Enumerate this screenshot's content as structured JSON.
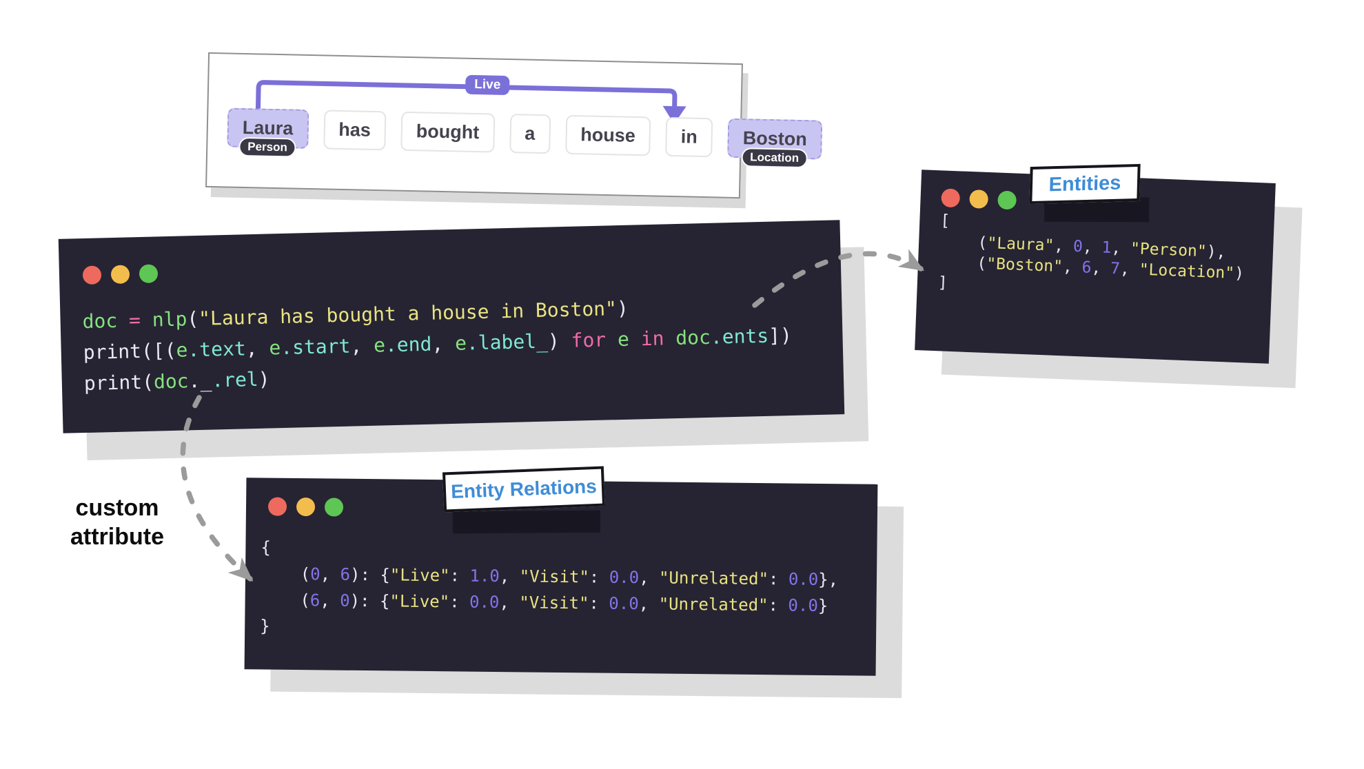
{
  "syntax_colors": {
    "plain": "#eae8f2",
    "green": "#86e27f",
    "yellow": "#e9e383",
    "pink": "#f06ba8",
    "cyan": "#7fe8d4",
    "purple": "#8374ea"
  },
  "accent": {
    "arc_purple": "#7b70d8",
    "entity_fill": "#c9c5f2",
    "entity_border": "#a39cdf",
    "label_blue": "#3f8cd6",
    "window_bg": "#262432",
    "traffic_lights": [
      "#ee6a5e",
      "#f3bd4e",
      "#5ec654"
    ]
  },
  "diagram": {
    "relation_label": "Live",
    "tokens": [
      {
        "text": "Laura",
        "entity": "Person"
      },
      {
        "text": "has"
      },
      {
        "text": "bought"
      },
      {
        "text": "a"
      },
      {
        "text": "house"
      },
      {
        "text": "in"
      },
      {
        "text": "Boston",
        "entity": "Location"
      }
    ]
  },
  "code_window": {
    "lines": [
      [
        {
          "t": "doc",
          "c": "green"
        },
        {
          "t": " ",
          "c": "plain"
        },
        {
          "t": "=",
          "c": "pink"
        },
        {
          "t": " ",
          "c": "plain"
        },
        {
          "t": "nlp",
          "c": "green"
        },
        {
          "t": "(",
          "c": "plain"
        },
        {
          "t": "\"Laura has bought a house in Boston\"",
          "c": "yellow"
        },
        {
          "t": ")",
          "c": "plain"
        }
      ],
      [
        {
          "t": "print([(",
          "c": "plain"
        },
        {
          "t": "e",
          "c": "green"
        },
        {
          "t": ".text",
          "c": "cyan"
        },
        {
          "t": ", ",
          "c": "plain"
        },
        {
          "t": "e",
          "c": "green"
        },
        {
          "t": ".start",
          "c": "cyan"
        },
        {
          "t": ", ",
          "c": "plain"
        },
        {
          "t": "e",
          "c": "green"
        },
        {
          "t": ".end",
          "c": "cyan"
        },
        {
          "t": ", ",
          "c": "plain"
        },
        {
          "t": "e",
          "c": "green"
        },
        {
          "t": ".label_",
          "c": "cyan"
        },
        {
          "t": ") ",
          "c": "plain"
        },
        {
          "t": "for",
          "c": "pink"
        },
        {
          "t": " ",
          "c": "plain"
        },
        {
          "t": "e",
          "c": "green"
        },
        {
          "t": " ",
          "c": "plain"
        },
        {
          "t": "in",
          "c": "pink"
        },
        {
          "t": " ",
          "c": "plain"
        },
        {
          "t": "doc",
          "c": "green"
        },
        {
          "t": ".ents",
          "c": "cyan"
        },
        {
          "t": "])",
          "c": "plain"
        }
      ],
      [
        {
          "t": "print(",
          "c": "plain"
        },
        {
          "t": "doc",
          "c": "green"
        },
        {
          "t": "._",
          "c": "plain"
        },
        {
          "t": ".rel",
          "c": "cyan"
        },
        {
          "t": ")",
          "c": "plain"
        }
      ]
    ]
  },
  "entities_window": {
    "title": "Entities",
    "lines": [
      [
        {
          "t": "[",
          "c": "plain"
        }
      ],
      [
        {
          "t": "    (",
          "c": "plain"
        },
        {
          "t": "\"Laura\"",
          "c": "yellow"
        },
        {
          "t": ", ",
          "c": "plain"
        },
        {
          "t": "0",
          "c": "purple"
        },
        {
          "t": ", ",
          "c": "plain"
        },
        {
          "t": "1",
          "c": "purple"
        },
        {
          "t": ", ",
          "c": "plain"
        },
        {
          "t": "\"Person\"",
          "c": "yellow"
        },
        {
          "t": "),",
          "c": "plain"
        }
      ],
      [
        {
          "t": "    (",
          "c": "plain"
        },
        {
          "t": "\"Boston\"",
          "c": "yellow"
        },
        {
          "t": ", ",
          "c": "plain"
        },
        {
          "t": "6",
          "c": "purple"
        },
        {
          "t": ", ",
          "c": "plain"
        },
        {
          "t": "7",
          "c": "purple"
        },
        {
          "t": ", ",
          "c": "plain"
        },
        {
          "t": "\"Location\"",
          "c": "yellow"
        },
        {
          "t": ")",
          "c": "plain"
        }
      ],
      [
        {
          "t": "]",
          "c": "plain"
        }
      ]
    ]
  },
  "relations_window": {
    "title": "Entity Relations",
    "lines": [
      [
        {
          "t": "{",
          "c": "plain"
        }
      ],
      [
        {
          "t": "    (",
          "c": "plain"
        },
        {
          "t": "0",
          "c": "purple"
        },
        {
          "t": ", ",
          "c": "plain"
        },
        {
          "t": "6",
          "c": "purple"
        },
        {
          "t": "): {",
          "c": "plain"
        },
        {
          "t": "\"Live\"",
          "c": "yellow"
        },
        {
          "t": ": ",
          "c": "plain"
        },
        {
          "t": "1.0",
          "c": "purple"
        },
        {
          "t": ", ",
          "c": "plain"
        },
        {
          "t": "\"Visit\"",
          "c": "yellow"
        },
        {
          "t": ": ",
          "c": "plain"
        },
        {
          "t": "0.0",
          "c": "purple"
        },
        {
          "t": ", ",
          "c": "plain"
        },
        {
          "t": "\"Unrelated\"",
          "c": "yellow"
        },
        {
          "t": ": ",
          "c": "plain"
        },
        {
          "t": "0.0",
          "c": "purple"
        },
        {
          "t": "},",
          "c": "plain"
        }
      ],
      [
        {
          "t": "    (",
          "c": "plain"
        },
        {
          "t": "6",
          "c": "purple"
        },
        {
          "t": ", ",
          "c": "plain"
        },
        {
          "t": "0",
          "c": "purple"
        },
        {
          "t": "): {",
          "c": "plain"
        },
        {
          "t": "\"Live\"",
          "c": "yellow"
        },
        {
          "t": ": ",
          "c": "plain"
        },
        {
          "t": "0.0",
          "c": "purple"
        },
        {
          "t": ", ",
          "c": "plain"
        },
        {
          "t": "\"Visit\"",
          "c": "yellow"
        },
        {
          "t": ": ",
          "c": "plain"
        },
        {
          "t": "0.0",
          "c": "purple"
        },
        {
          "t": ", ",
          "c": "plain"
        },
        {
          "t": "\"Unrelated\"",
          "c": "yellow"
        },
        {
          "t": ": ",
          "c": "plain"
        },
        {
          "t": "0.0",
          "c": "purple"
        },
        {
          "t": "}",
          "c": "plain"
        }
      ],
      [
        {
          "t": "}",
          "c": "plain"
        }
      ]
    ]
  },
  "annotation": {
    "line1": "custom",
    "line2": "attribute"
  }
}
